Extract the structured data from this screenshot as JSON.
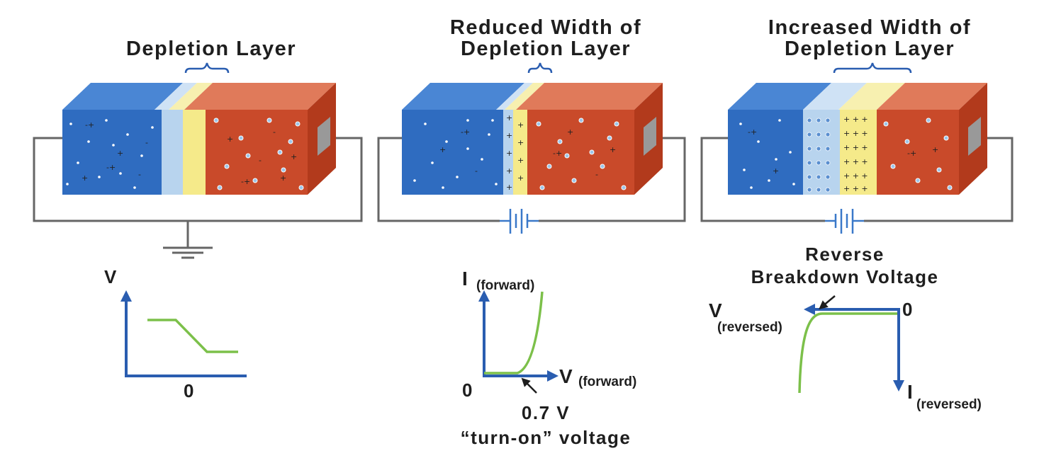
{
  "panel1": {
    "title": "Depletion Layer",
    "graph": {
      "y_label": "V",
      "x_label": "0"
    }
  },
  "panel2": {
    "title_line1": "Reduced Width of",
    "title_line2": "Depletion Layer",
    "graph": {
      "y_label": "I",
      "y_sub": "(forward)",
      "x_label": "V",
      "x_sub": "(forward)",
      "origin": "0",
      "annot_value": "0.7 V",
      "annot_text": "“turn-on” voltage"
    }
  },
  "panel3": {
    "title_line1": "Increased Width of",
    "title_line2": "Depletion Layer",
    "graph": {
      "annot_line1": "Reverse",
      "annot_line2": "Breakdown Voltage",
      "x_label": "V",
      "x_sub": "(reversed)",
      "origin": "0",
      "y_label": "I",
      "y_sub": "(reversed)"
    }
  },
  "colors": {
    "n_region": "#2f6cc0",
    "n_top": "#4a86d4",
    "p_region": "#c94a2a",
    "p_top": "#e07a5a",
    "p_side": "#b23a1c",
    "depletion_light": "#b8d4ee",
    "depletion_yellow": "#f5ea8a",
    "axis": "#2a5db0",
    "curve": "#7cc04a",
    "wire": "#666666"
  }
}
